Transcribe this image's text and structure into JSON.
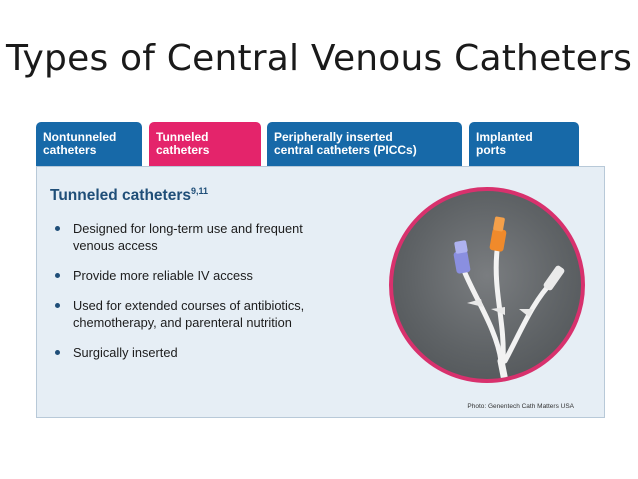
{
  "title": "Types of Central Venous Catheters",
  "tabs": [
    {
      "line1": "Nontunneled",
      "line2": "catheters",
      "active": false
    },
    {
      "line1": "Tunneled",
      "line2": "catheters",
      "active": true
    },
    {
      "line1": "Peripherally inserted",
      "line2": "central catheters (PICCs)",
      "active": false
    },
    {
      "line1": "Implanted",
      "line2": "ports",
      "active": false
    }
  ],
  "panel": {
    "heading": "Tunneled catheters",
    "heading_refs": "9,11",
    "bullets": [
      {
        "line1": "Designed for long-term use and frequent",
        "line2": "venous access"
      },
      {
        "line1": "Provide more reliable IV access",
        "line2": ""
      },
      {
        "line1": "Used for extended courses of antibiotics,",
        "line2": "chemotherapy, and parenteral nutrition"
      },
      {
        "line1": "Surgically inserted",
        "line2": ""
      }
    ],
    "photo_credit": "Photo: Genentech Cath Matters USA"
  },
  "colors": {
    "tab_blue": "#1769a8",
    "tab_active_pink": "#e4246b",
    "panel_bg": "#e6eef5",
    "heading": "#1f4e78",
    "photo_border": "#d8316d"
  },
  "icons": {
    "bullet": "filled-circle",
    "photo": "catheter-photo"
  }
}
